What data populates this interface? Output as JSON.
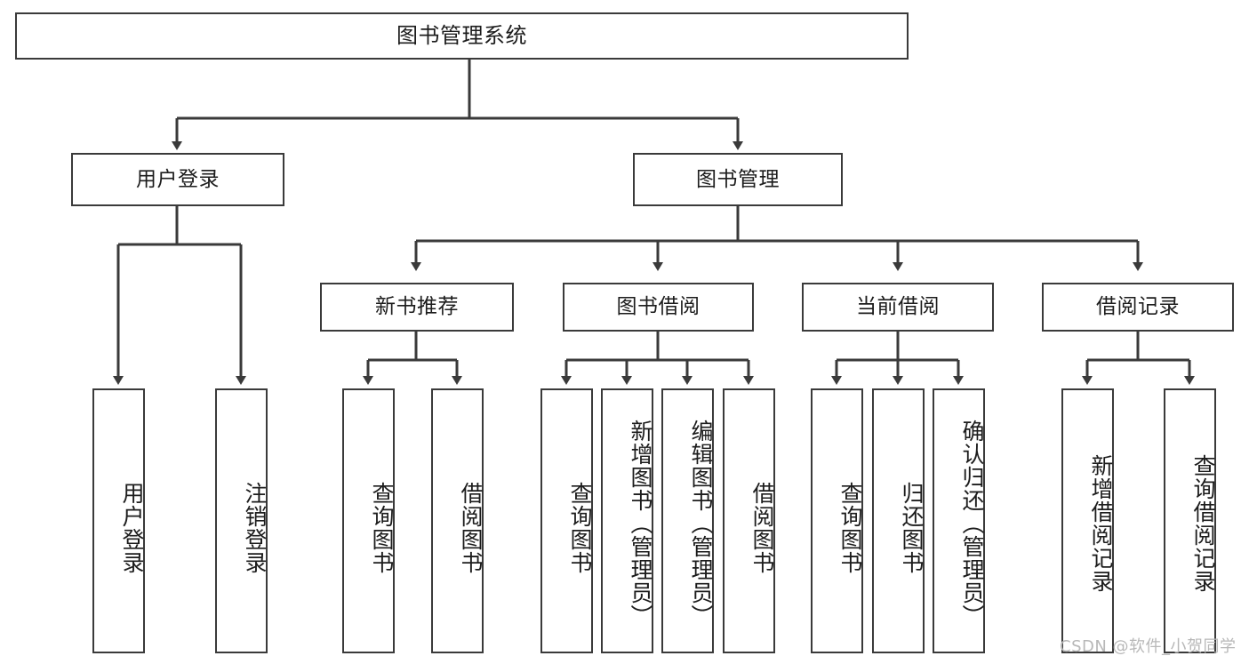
{
  "diagram": {
    "title": "图书管理系统",
    "type": "tree-hierarchy-chart",
    "watermark": "CSDN @软件_小贺同学",
    "colors": {
      "box_border": "#3a3a3a",
      "box_fill": "#ffffff",
      "connector": "#3a3a3a",
      "text": "#1c1c1c",
      "watermark": "#b8b8b8",
      "background": "#ffffff"
    },
    "root": {
      "label": "图书管理系统"
    },
    "level2": [
      {
        "label": "用户登录"
      },
      {
        "label": "图书管理"
      }
    ],
    "level3": [
      {
        "label": "新书推荐"
      },
      {
        "label": "图书借阅"
      },
      {
        "label": "当前借阅"
      },
      {
        "label": "借阅记录"
      }
    ],
    "leaves": {
      "user_login": [
        {
          "label": "用户登录"
        },
        {
          "label": "注销登录"
        }
      ],
      "new_book_recommend": [
        {
          "label": "查询图书"
        },
        {
          "label": "借阅图书"
        }
      ],
      "book_borrow": [
        {
          "label": "查询图书"
        },
        {
          "label": "新增图书（管理员）"
        },
        {
          "label": "编辑图书（管理员）"
        },
        {
          "label": "借阅图书"
        }
      ],
      "current_borrow": [
        {
          "label": "查询图书"
        },
        {
          "label": "归还图书"
        },
        {
          "label": "确认归还（管理员）"
        }
      ],
      "borrow_record": [
        {
          "label": "新增借阅记录"
        },
        {
          "label": "查询借阅记录"
        }
      ]
    }
  }
}
